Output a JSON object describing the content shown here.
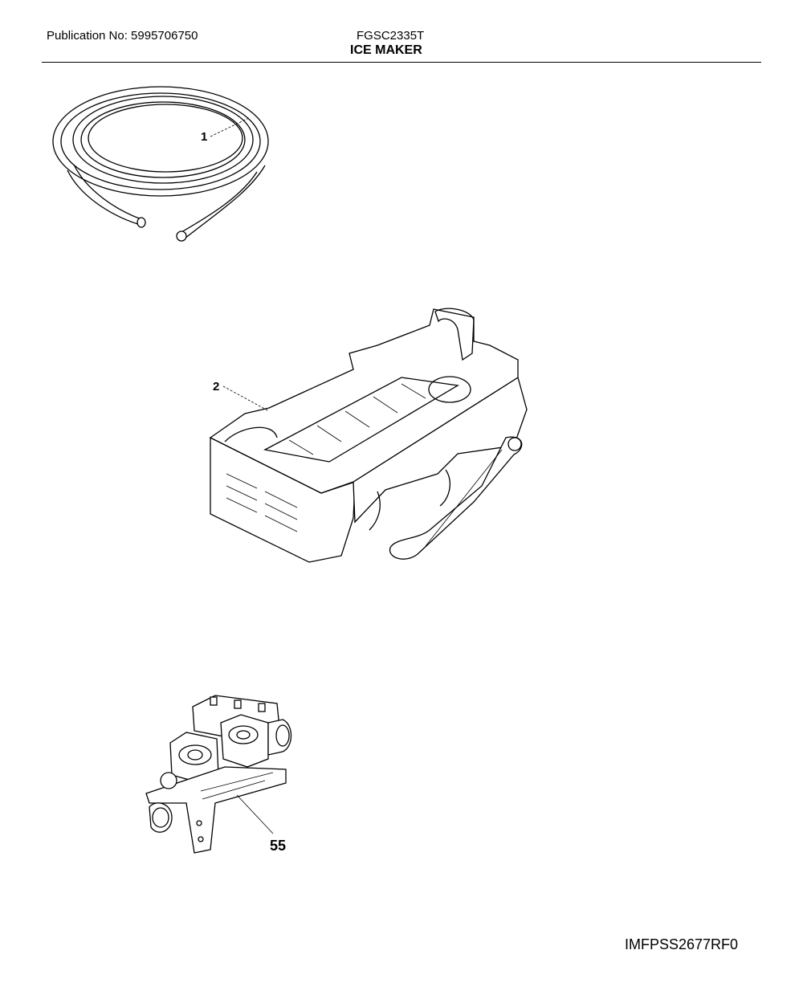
{
  "header": {
    "publication": "Publication No: 5995706750",
    "model": "FGSC2335T",
    "title": "ICE MAKER"
  },
  "callouts": {
    "tube": "1",
    "ice_maker": "2",
    "water_valve": "55"
  },
  "footer": {
    "code": "IMFPSS2677RF0"
  }
}
